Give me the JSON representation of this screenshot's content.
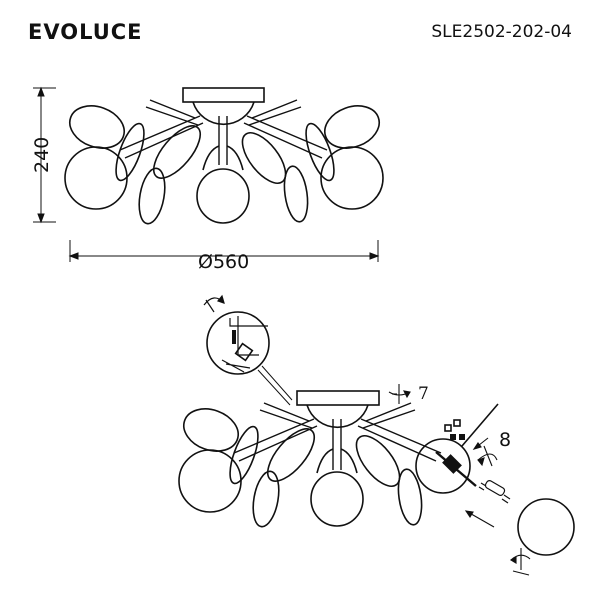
{
  "header": {
    "brand": "EVOLUCE",
    "model": "SLE2502-202-04"
  },
  "dimensions": {
    "height": "240",
    "diameter": "Ø560"
  },
  "steps": {
    "canopy_step": "7",
    "shade_step": "8"
  },
  "icons": {
    "rotate": "rotate-arrow-icon",
    "direction": "direction-arrow-icon",
    "bulb": "g9-bulb-icon"
  }
}
